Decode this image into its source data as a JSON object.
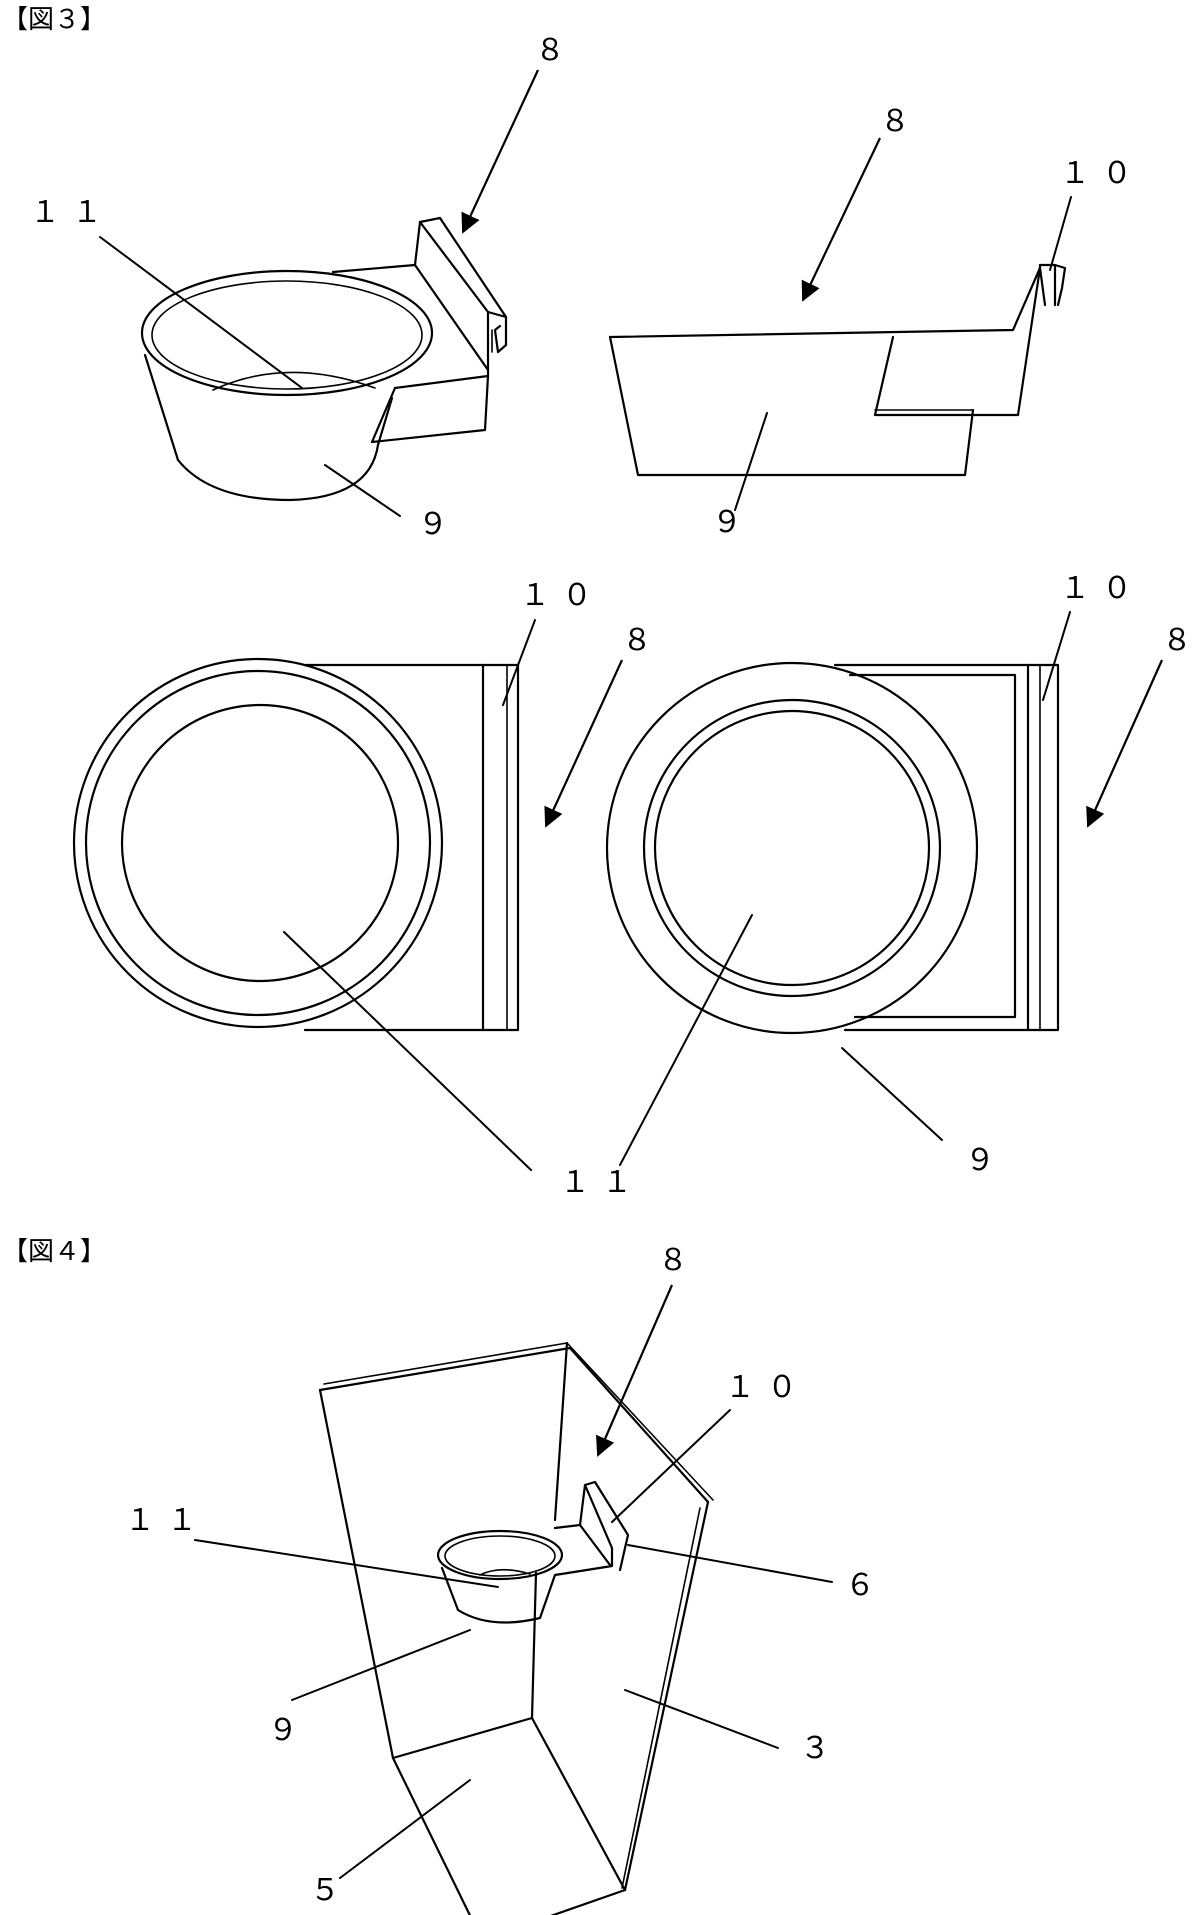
{
  "figures": [
    {
      "title": "【図３】",
      "labels": {
        "persp_8": "８",
        "persp_11": "１１",
        "persp_9": "９",
        "side_8": "８",
        "side_10": "１０",
        "side_9": "９",
        "top_10": "１０",
        "top_8": "８",
        "bottom_10": "１０",
        "bottom_8": "８",
        "bottom_9": "９",
        "shared_11": "１１"
      }
    },
    {
      "title": "【図４】",
      "labels": {
        "ref_8": "８",
        "ref_10": "１０",
        "ref_11": "１１",
        "ref_6": "６",
        "ref_9": "９",
        "ref_3": "３",
        "ref_5": "５"
      }
    }
  ]
}
